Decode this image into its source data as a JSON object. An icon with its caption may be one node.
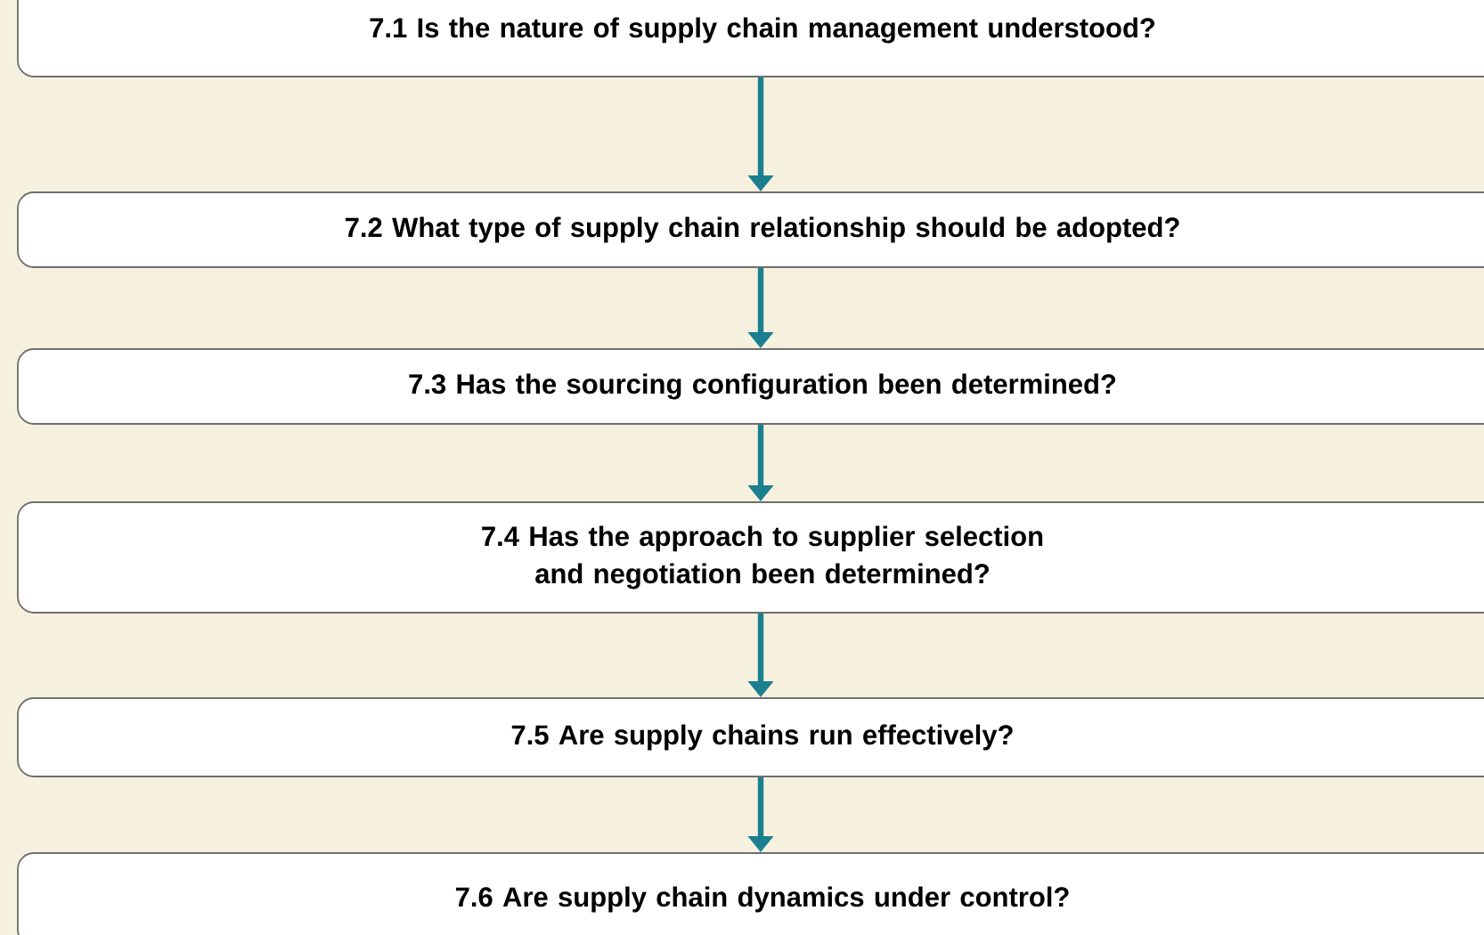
{
  "diagram": {
    "nodes": [
      {
        "text": [
          "7.1 Is the nature of supply chain management understood?"
        ]
      },
      {
        "text": [
          "7.2 What type of supply chain relationship should be adopted?"
        ]
      },
      {
        "text": [
          "7.3 Has the sourcing configuration been determined?"
        ]
      },
      {
        "text": [
          "7.4 Has the approach to supplier selection and negotiation been determined?"
        ]
      },
      {
        "text": [
          "7.5 Are supply chains run effectively?"
        ]
      },
      {
        "text": [
          "7.6 Are supply chain dynamics under control?"
        ]
      }
    ],
    "edges": [
      {
        "from": 0,
        "to": 1,
        "arrow": "to"
      },
      {
        "from": 1,
        "to": 2,
        "arrow": "to"
      },
      {
        "from": 2,
        "to": 3,
        "arrow": "to"
      },
      {
        "from": 3,
        "to": 4,
        "arrow": "to"
      },
      {
        "from": 4,
        "to": 5,
        "arrow": "to"
      }
    ]
  }
}
